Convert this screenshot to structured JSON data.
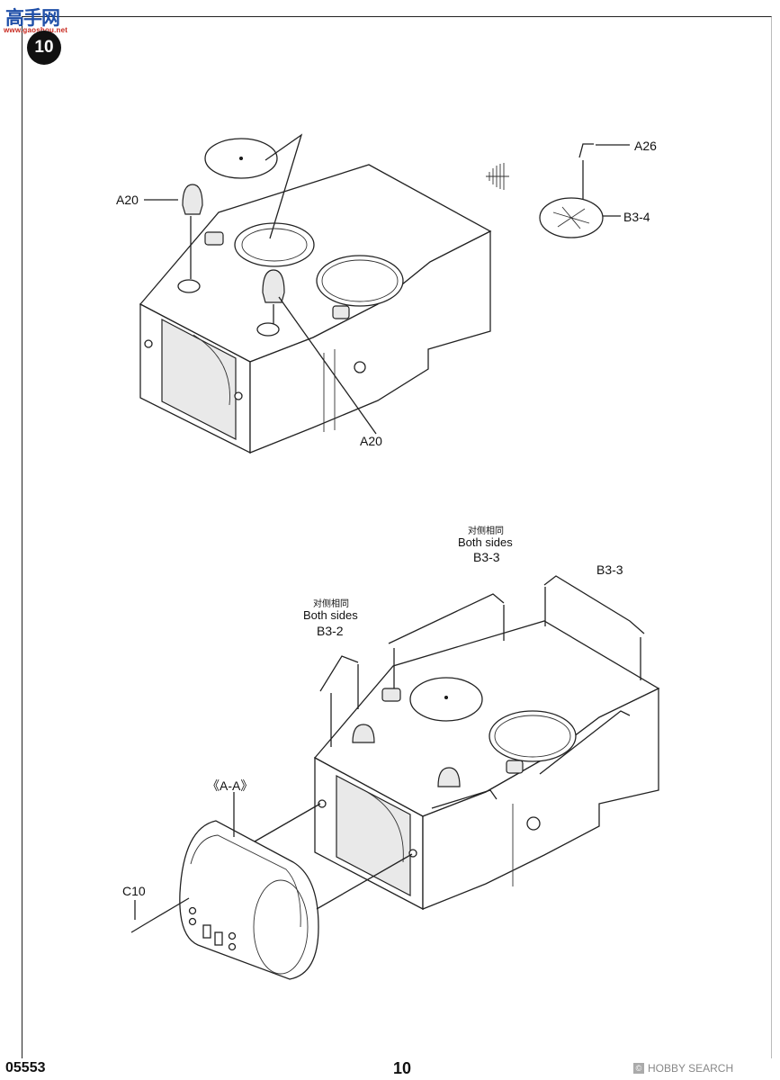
{
  "watermark": {
    "logo": "高手网",
    "url": "www.gaoshou.net"
  },
  "step": {
    "number": "10"
  },
  "upper": {
    "labels": {
      "a20_left": "A20",
      "a20_bottom": "A20",
      "a26": "A26",
      "b3_4": "B3-4"
    }
  },
  "lower": {
    "both_sides_left": {
      "cn": "对侧相同",
      "en": "Both sides",
      "part": "B3-2"
    },
    "both_sides_right": {
      "cn": "对侧相同",
      "en": "Both sides",
      "part": "B3-3"
    },
    "b3_3_right": "B3-3",
    "section": "《A-A》",
    "c10": "C10"
  },
  "footer": {
    "kit_number": "05553",
    "page_number": "10",
    "source": "HOBBY SEARCH",
    "source_mark": "©"
  }
}
